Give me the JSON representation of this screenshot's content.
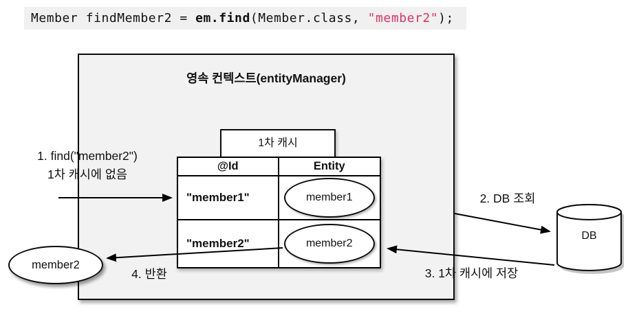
{
  "code": {
    "prefix": "Member findMember2 = ",
    "method": "em.find",
    "mid": "(Member.class, ",
    "string": "\"member2\"",
    "suffix": ");"
  },
  "diagram": {
    "container_title": "영속 컨텍스트(entityManager)",
    "cache_label": "1차 캐시",
    "table": {
      "headers": [
        "@Id",
        "Entity"
      ],
      "rows": [
        {
          "id": "\"member1\"",
          "entity": "member1"
        },
        {
          "id": "\"member2\"",
          "entity": "member2"
        }
      ]
    },
    "result_entity": "member2",
    "db_label": "DB",
    "steps": {
      "step1_line1": "1. find(\"member2\")",
      "step1_line2": "1차 캐시에 없음",
      "step2": "2. DB 조회",
      "step3": "3. 1차 캐시에 저장",
      "step4": "4. 반환"
    }
  },
  "colors": {
    "string_red": "#e2305f",
    "box_fill": "#f2f2f2",
    "code_background": "#f0f0f0"
  }
}
